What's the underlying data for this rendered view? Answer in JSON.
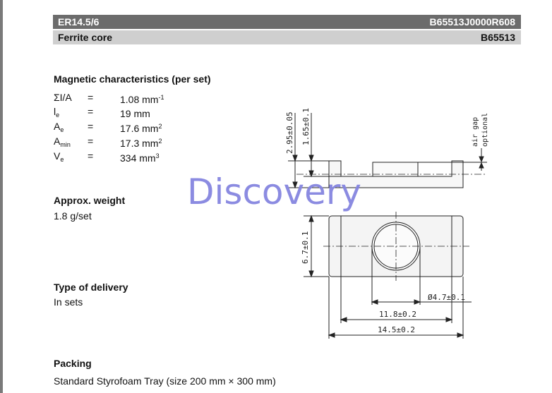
{
  "header": {
    "part_name": "ER14.5/6",
    "order_code": "B65513J0000R608",
    "subtitle": "Ferrite core",
    "series": "B65513"
  },
  "magnetic": {
    "title": "Magnetic characteristics (per set)",
    "rows": [
      {
        "sym": "ΣI/A",
        "sub": "",
        "eq": "=",
        "val": "1.08 mm",
        "sup": "-1"
      },
      {
        "sym": "l",
        "sub": "e",
        "eq": "=",
        "val": "19 mm",
        "sup": ""
      },
      {
        "sym": "A",
        "sub": "e",
        "eq": "=",
        "val": "17.6 mm",
        "sup": "2"
      },
      {
        "sym": "A",
        "sub": "min",
        "eq": "=",
        "val": "17.3 mm",
        "sup": "2"
      },
      {
        "sym": "V",
        "sub": "e",
        "eq": "=",
        "val": "334 mm",
        "sup": "3"
      }
    ]
  },
  "weight": {
    "title": "Approx. weight",
    "value": "1.8 g/set"
  },
  "delivery": {
    "title": "Type of delivery",
    "value": "In sets"
  },
  "packing": {
    "title": "Packing",
    "value": "Standard Styrofoam Tray (size 200 mm × 300 mm)"
  },
  "watermark": "Discovery",
  "drawing": {
    "dim_height_total": "2.95±0.05",
    "dim_height_center": "1.65±0.1",
    "air_gap_label_1": "air gap",
    "air_gap_label_2": "optional",
    "dim_width_side": "6.7±0.1",
    "dim_diameter": "Ø4.7±0.1",
    "dim_inner_length": "11.8±0.2",
    "dim_outer_length": "14.5±0.2"
  }
}
